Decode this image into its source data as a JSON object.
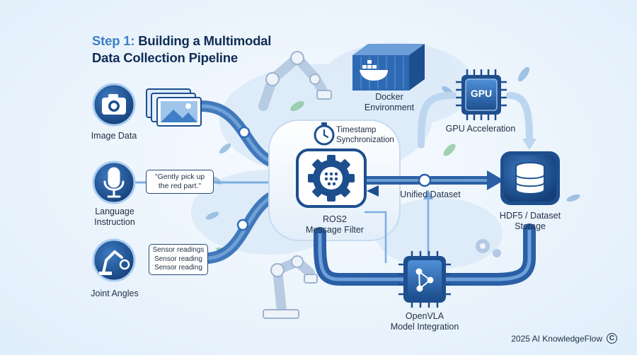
{
  "title": {
    "step": "Step 1:",
    "rest_line1": "Building a Multimodal",
    "line2": "Data Collection Pipeline"
  },
  "inputs": {
    "image": "Image Data",
    "language_line1": "Language",
    "language_line2": "Instruction",
    "language_quote_line1": "\"Gently pick up",
    "language_quote_line2": "the red part.\"",
    "joint": "Joint Angles",
    "sensor": [
      "Sensor readings",
      "Sensor reading",
      "Sensor reading"
    ]
  },
  "center": {
    "timestamp_line1": "Timestamp",
    "timestamp_line2": "Synchronization",
    "ros_line1": "ROS2",
    "ros_line2": "Message Filter"
  },
  "docker": {
    "line1": "Docker",
    "line2": "Environment"
  },
  "gpu": {
    "chip": "GPU",
    "label": "GPU Acceleration"
  },
  "unified": "Unified Dataset",
  "storage": {
    "line1": "HDF5 / Dataset",
    "line2": "Storage"
  },
  "openvla": {
    "line1": "OpenVLA",
    "line2": "Model Integration"
  },
  "footer": {
    "text": "2025 AI KnowledgeFlow",
    "symbol": "C"
  },
  "colors": {
    "navy": "#1d4f8f",
    "blue": "#3f7fc6",
    "light": "#a9cdf0",
    "ink": "#0f2d55"
  }
}
